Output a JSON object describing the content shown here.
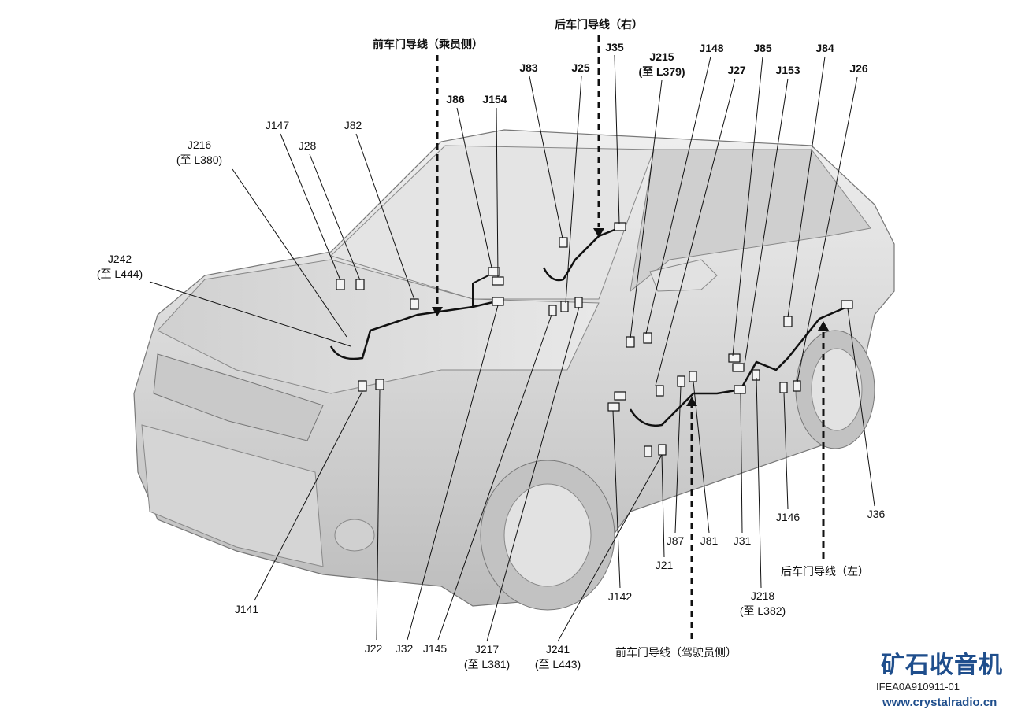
{
  "harness_labels": {
    "front_door_passenger": "前车门导线（乘员侧）",
    "rear_door_right": "后车门导线（右）",
    "front_door_driver": "前车门导线（驾驶员侧）",
    "rear_door_left": "后车门导线（左）"
  },
  "connectors": {
    "J83": "J83",
    "J25": "J25",
    "J35": "J35",
    "J215": "J215",
    "J215_note": "(至 L379)",
    "J148": "J148",
    "J27": "J27",
    "J85": "J85",
    "J153": "J153",
    "J84": "J84",
    "J26": "J26",
    "J86": "J86",
    "J154": "J154",
    "J82": "J82",
    "J147": "J147",
    "J28": "J28",
    "J216": "J216",
    "J216_note": "(至 L380)",
    "J242": "J242",
    "J242_note": "(至 L444)",
    "J141": "J141",
    "J22": "J22",
    "J32": "J32",
    "J145": "J145",
    "J217": "J217",
    "J217_note": "(至 L381)",
    "J241": "J241",
    "J241_note": "(至 L443)",
    "J142": "J142",
    "J21": "J21",
    "J87": "J87",
    "J81": "J81",
    "J31": "J31",
    "J218": "J218",
    "J218_note": "(至 L382)",
    "J146": "J146",
    "J36": "J36"
  },
  "figure_code": "IFEA0A910911-01",
  "watermark": {
    "title": "矿石收音机",
    "url": "www.crystalradio.cn"
  },
  "colors": {
    "body": "#d9d9d9",
    "shadow": "#b5b5b5",
    "line": "#111111",
    "watermark": "#1f4e8c"
  }
}
